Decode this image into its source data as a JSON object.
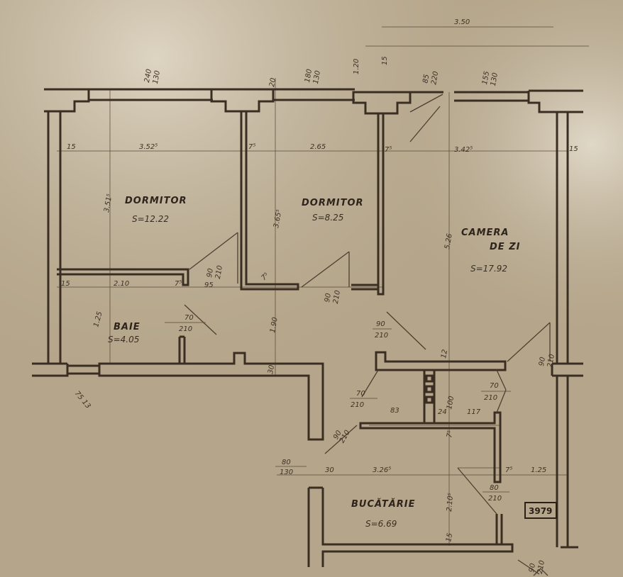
{
  "rooms": {
    "bedroom1": {
      "name": "DORMITOR",
      "area": "S=12.22"
    },
    "bedroom2": {
      "name": "DORMITOR",
      "area": "S=8.25"
    },
    "living": {
      "name1": "CAMERA",
      "name2": "DE ZI",
      "area": "S=17.92"
    },
    "bath": {
      "name": "BAIE",
      "area": "S=4.05"
    },
    "kitchen": {
      "name": "BUCĂTĂRIE",
      "area": "S=6.69"
    }
  },
  "badge": "3979",
  "dimensions": {
    "overall_top": "3.50",
    "d_120": "1.20",
    "d_15_top": "15",
    "b1_width": "3.52⁵",
    "b2_width": "2.65",
    "living_width": "3.42⁵",
    "left_15": "15",
    "right_15": "15",
    "w1_75": "7⁵",
    "w2_75": "7⁵",
    "b1_depth": "3.51⁵",
    "b2_depth": "3.65⁵",
    "living_depth": "5.26",
    "bath_15": "15",
    "bath_width": "2.10",
    "bath_75": "7⁵",
    "hall_95": "95",
    "hall_75": "7⁵",
    "bath_depth": "1.25",
    "hall_depth": "1.90",
    "wall_30": "30",
    "kit_30": "30",
    "kit_width": "3.26⁵",
    "kit_75": "7⁵",
    "kit_right": "1.25",
    "kit_depth": "2.10⁵",
    "kit_15": "15",
    "pantry_83": "83",
    "pantry_24": "24",
    "pantry_117": "117",
    "pantry_100": "100",
    "corr_12": "12",
    "corr_75": "7⁵",
    "window_bottom": "75 13",
    "d_20": "20"
  },
  "openings": {
    "win1": {
      "w": "240",
      "h": "130"
    },
    "win2": {
      "w": "180",
      "h": "130"
    },
    "win3": {
      "w": "85",
      "h": "220"
    },
    "win4": {
      "w": "155",
      "h": "130"
    },
    "door_b1": {
      "w": "90",
      "h": "210"
    },
    "door_b2": {
      "w": "90",
      "h": "210"
    },
    "door_bath": {
      "w": "70",
      "h": "210"
    },
    "door_living": {
      "w": "90",
      "h": "210"
    },
    "door_entry": {
      "w": "90",
      "h": "210"
    },
    "door_pantry_l": {
      "w": "70",
      "h": "210"
    },
    "door_pantry_r": {
      "w": "70",
      "h": "210"
    },
    "door_kitchen": {
      "w": "80",
      "h": "210"
    },
    "door_kit_left": {
      "w": "90",
      "h": "210"
    },
    "win_kitchen": {
      "w": "80",
      "h": "130"
    },
    "door_exit": {
      "w": "90",
      "h": "210"
    }
  }
}
